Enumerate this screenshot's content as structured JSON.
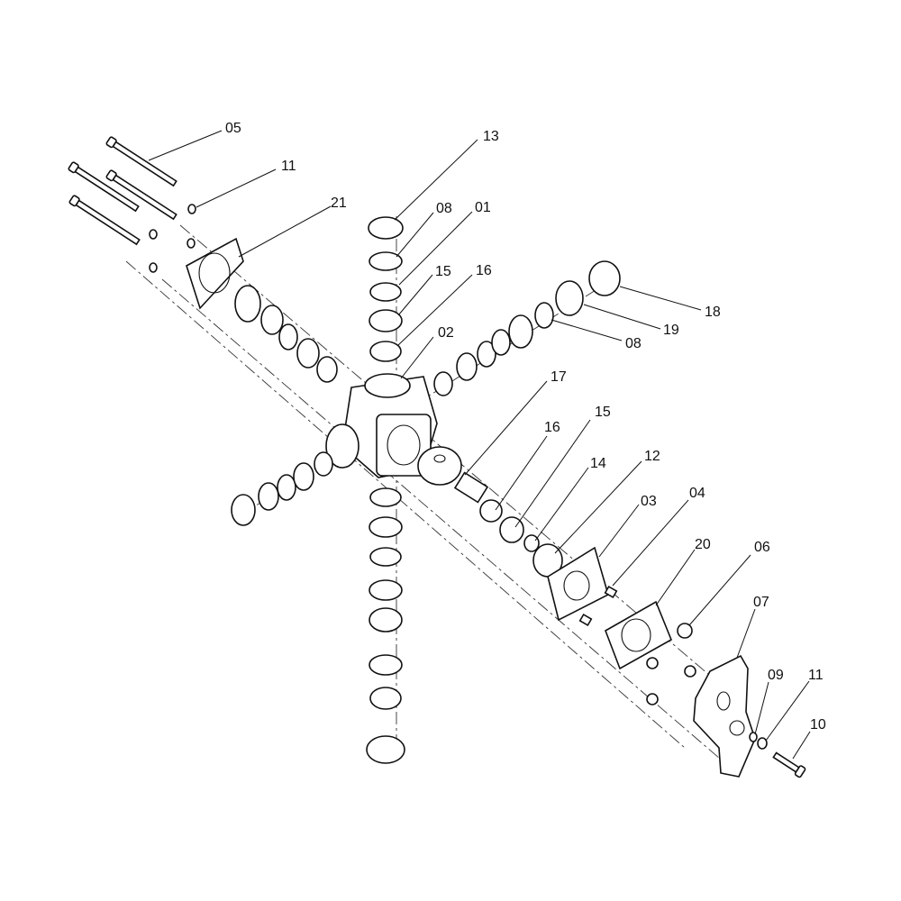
{
  "part_labels": [
    "05",
    "13",
    "11",
    "08",
    "01",
    "21",
    "15",
    "16",
    "18",
    "02",
    "19",
    "08",
    "17",
    "16",
    "15",
    "14",
    "12",
    "03",
    "04",
    "20",
    "06",
    "07",
    "09",
    "11",
    "10"
  ]
}
